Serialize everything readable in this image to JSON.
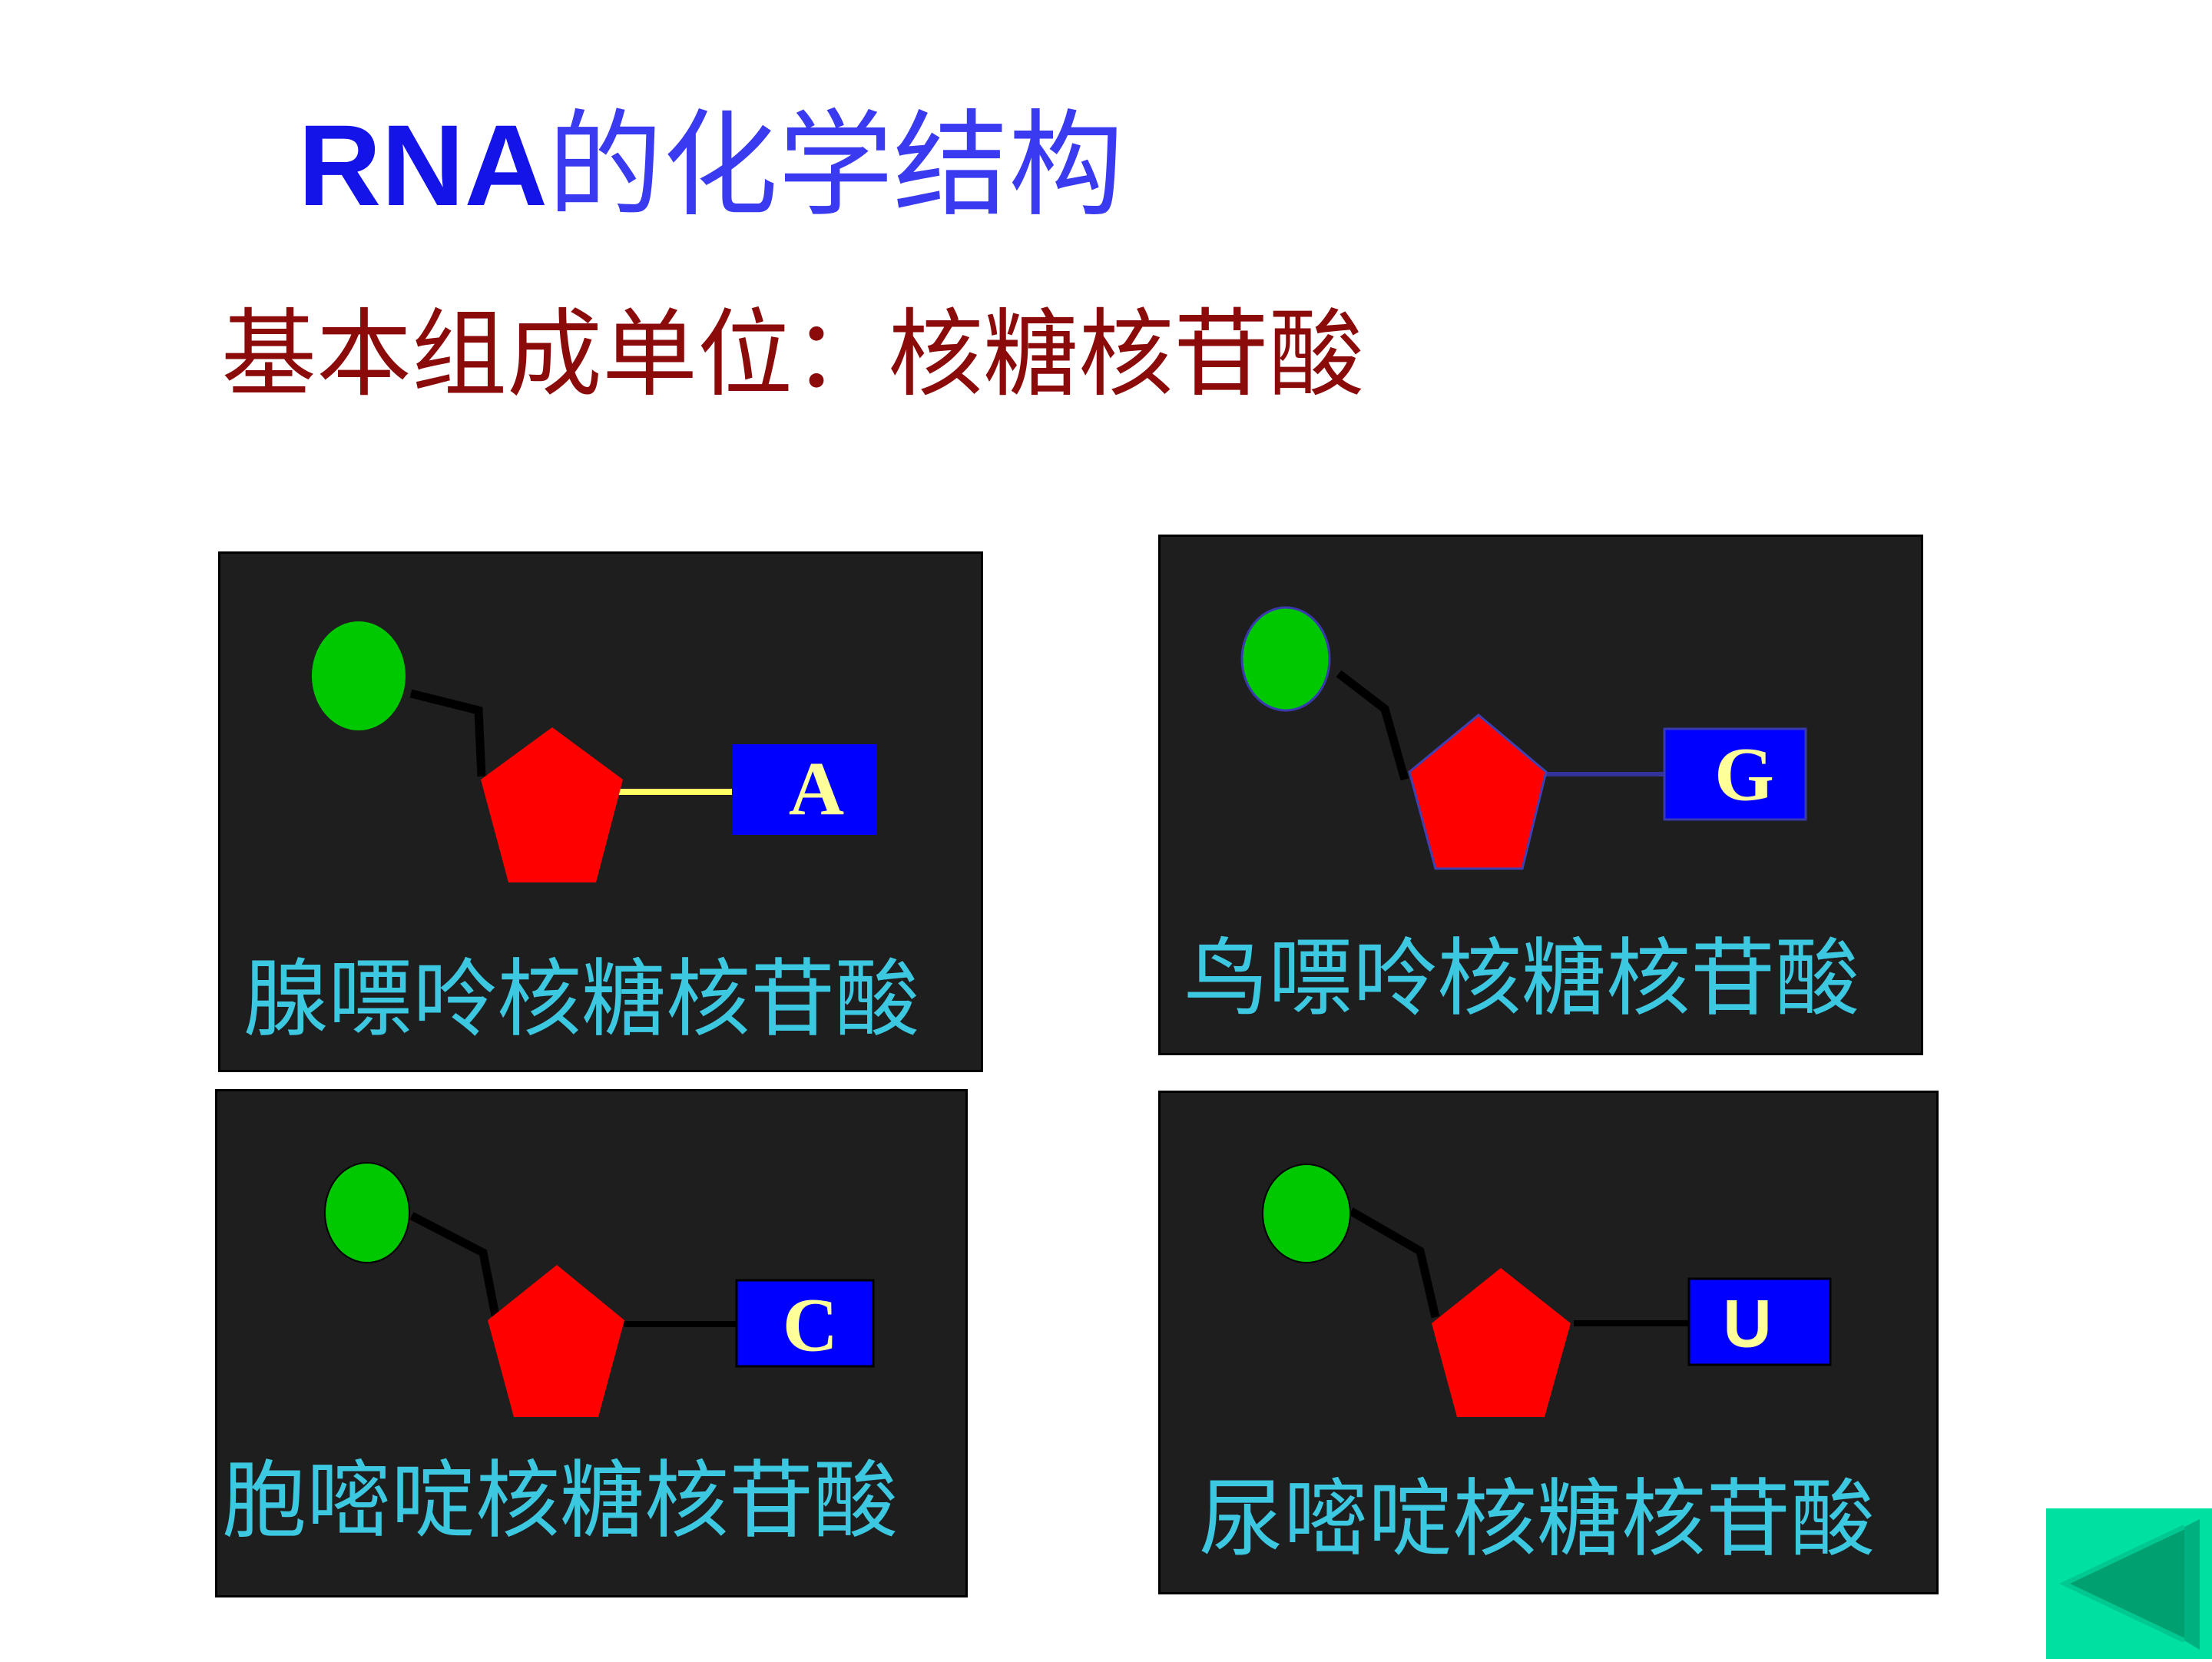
{
  "slide": {
    "title_rna": "RNA",
    "title_rest": "的化学结构",
    "subtitle": "基本组成单位：核糖核苷酸"
  },
  "panels": [
    {
      "base": "A",
      "label": "腺嘌呤核糖核苷酸"
    },
    {
      "base": "G",
      "label": "鸟嘌呤核糖核苷酸"
    },
    {
      "base": "C",
      "label": "胞嘧啶核糖核苷酸"
    },
    {
      "base": "U",
      "label": "尿嘧啶核糖核苷酸"
    }
  ],
  "colors": {
    "title_blue": "#1414e8",
    "subtitle_red": "#8b0a0a",
    "panel_bg": "#1e1e1e",
    "phosphate_green": "#00c800",
    "ribose_red": "#ff0000",
    "base_box_blue": "#0000ff",
    "base_letter_yellow": "#ffff99",
    "label_cyan": "#3cc8e0",
    "nav_button_bg": "#00e0a0"
  },
  "nav": {
    "icon": "back-triangle-icon"
  }
}
